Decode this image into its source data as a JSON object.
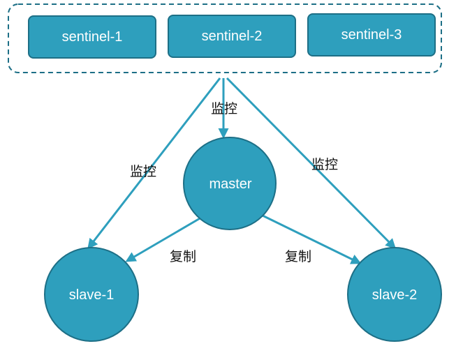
{
  "colors": {
    "node_fill": "#2e9fbd",
    "node_stroke": "#1d6f86",
    "arrow": "#2e9fbd",
    "group_border": "#1d6f86",
    "label_text": "#111111",
    "node_text": "#ffffff"
  },
  "sentinels": [
    {
      "label": "sentinel-1"
    },
    {
      "label": "sentinel-2"
    },
    {
      "label": "sentinel-3"
    }
  ],
  "master": {
    "label": "master"
  },
  "slaves": [
    {
      "label": "slave-1"
    },
    {
      "label": "slave-2"
    }
  ],
  "edges": {
    "monitor_master": "监控",
    "monitor_slave1": "监控",
    "monitor_slave2": "监控",
    "replicate_slave1": "复制",
    "replicate_slave2": "复制"
  }
}
